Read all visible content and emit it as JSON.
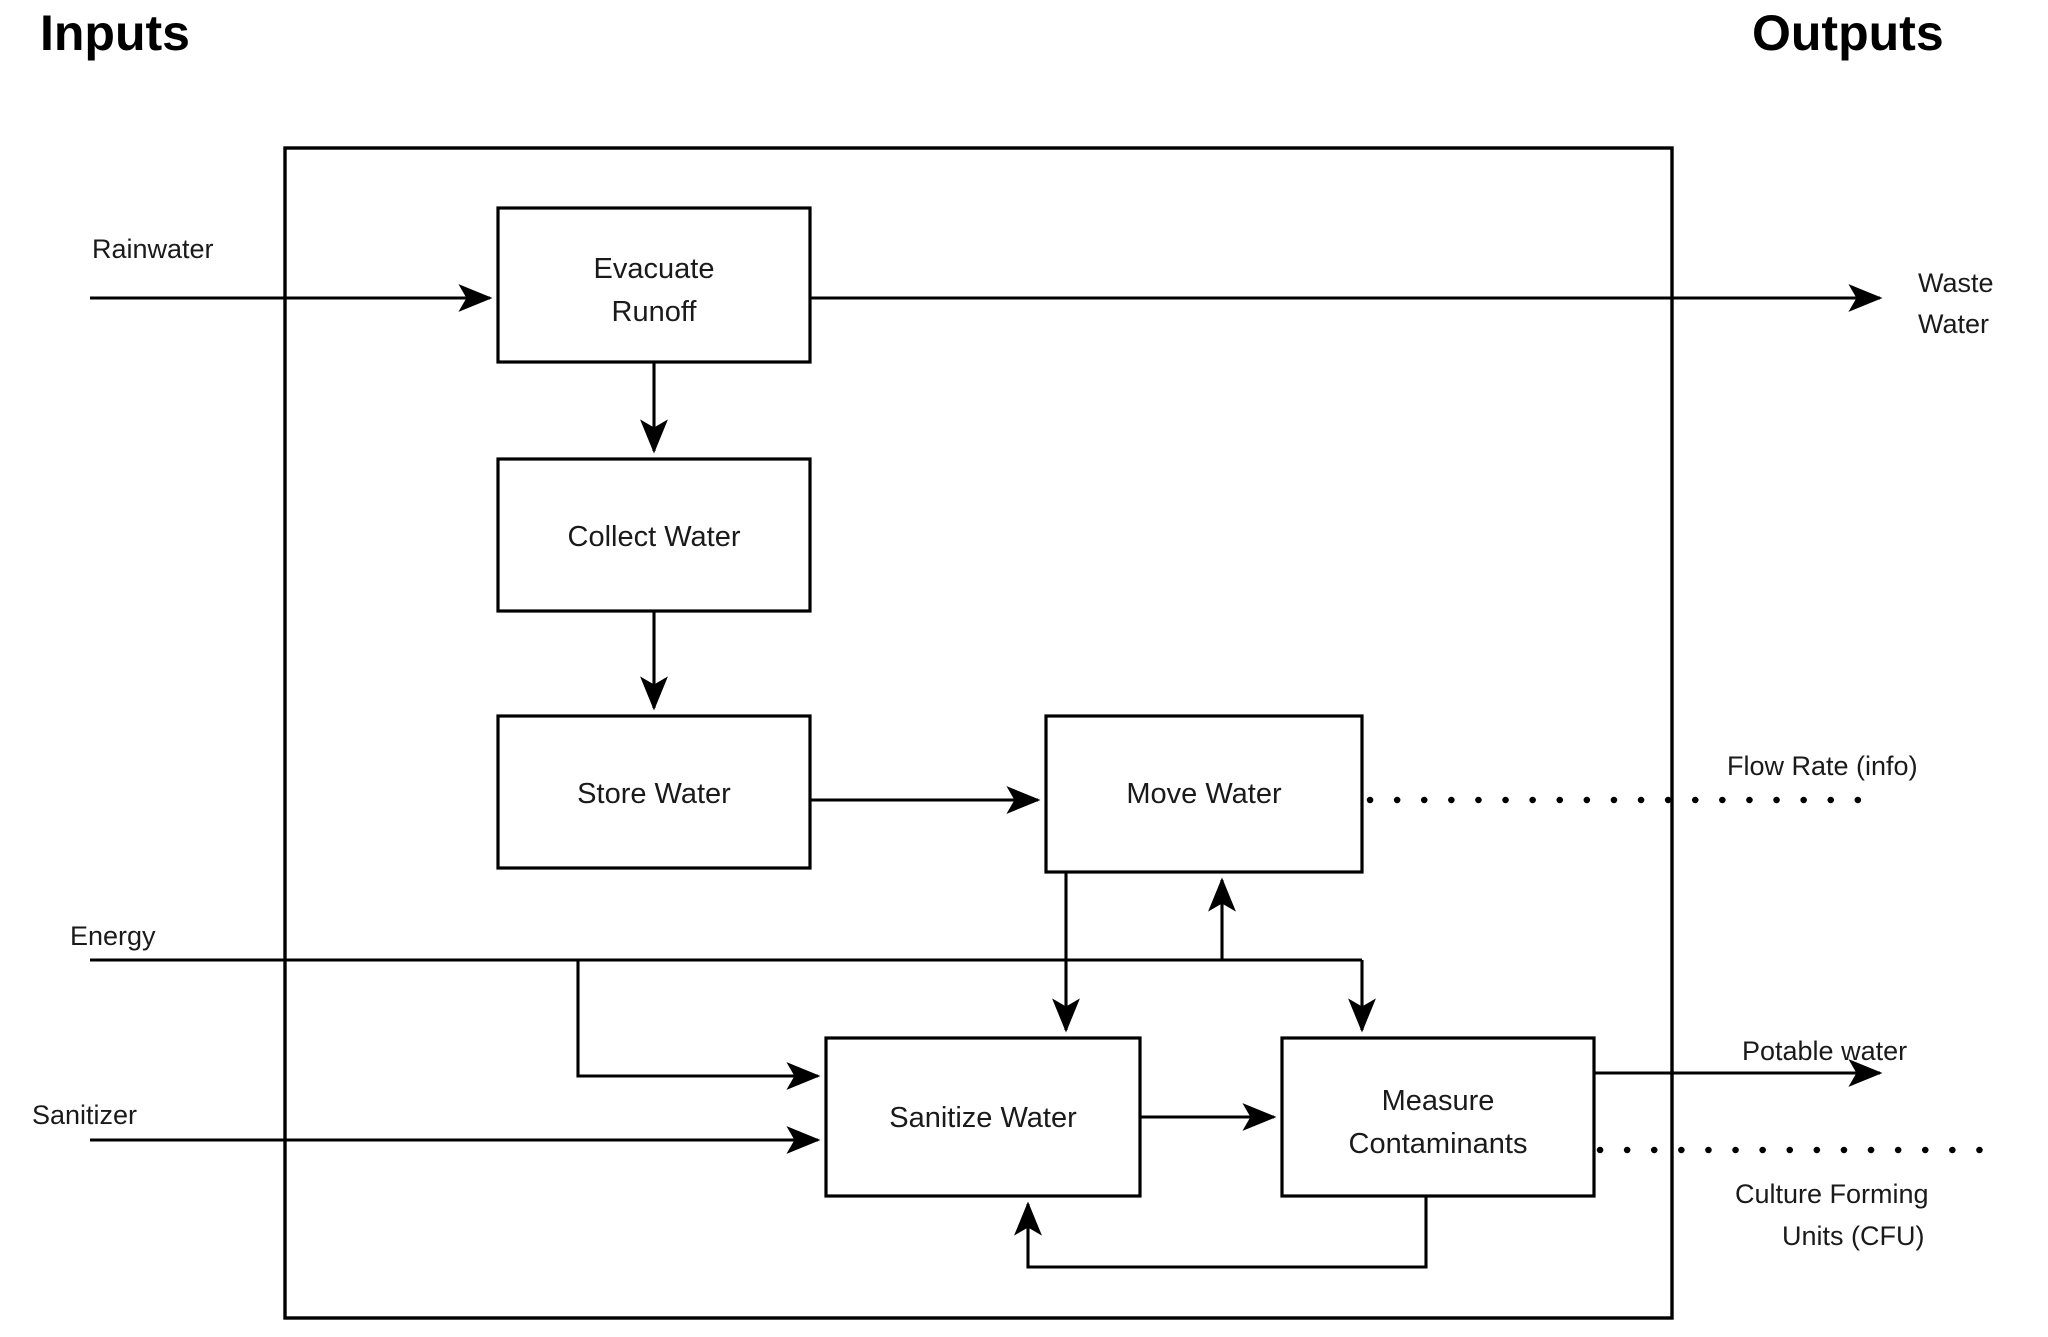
{
  "diagram": {
    "title_left": "Inputs",
    "title_right": "Outputs",
    "system_boundary": {
      "name": "system-boundary"
    },
    "processes": [
      {
        "id": "evacuate-runoff",
        "label_line1": "Evacuate",
        "label_line2": "Runoff"
      },
      {
        "id": "collect-water",
        "label_line1": "Collect Water",
        "label_line2": ""
      },
      {
        "id": "store-water",
        "label_line1": "Store Water",
        "label_line2": ""
      },
      {
        "id": "move-water",
        "label_line1": "Move Water",
        "label_line2": ""
      },
      {
        "id": "sanitize-water",
        "label_line1": "Sanitize Water",
        "label_line2": ""
      },
      {
        "id": "measure-contaminants",
        "label_line1": "Measure",
        "label_line2": "Contaminants"
      }
    ],
    "inputs": [
      {
        "id": "rainwater",
        "label": "Rainwater"
      },
      {
        "id": "energy",
        "label": "Energy"
      },
      {
        "id": "sanitizer",
        "label": "Sanitizer"
      }
    ],
    "outputs": [
      {
        "id": "waste-water",
        "label_line1": "Waste",
        "label_line2": "Water",
        "kind": "material"
      },
      {
        "id": "flow-rate",
        "label_line1": "Flow Rate (info)",
        "label_line2": "",
        "kind": "information"
      },
      {
        "id": "potable-water",
        "label_line1": "Potable water",
        "label_line2": "",
        "kind": "material"
      },
      {
        "id": "cfu",
        "label_line1": "Culture Forming",
        "label_line2": "Units (CFU)",
        "kind": "information"
      }
    ],
    "colors": {
      "line": "#000000",
      "box_fill": "#ffffff",
      "text": "#1a1a1a",
      "background": "#ffffff"
    }
  }
}
